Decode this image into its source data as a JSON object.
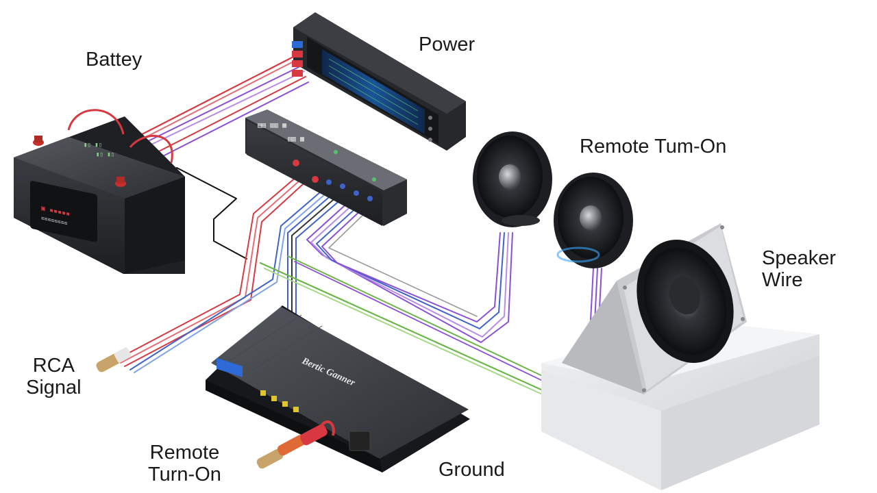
{
  "labels": {
    "battery": "Battey",
    "power": "Power",
    "remote_turn_on_top": "Remote Tum-On",
    "speaker_wire": [
      "Speaker",
      "Wire"
    ],
    "rca_signal": [
      "RCA",
      "Signal"
    ],
    "remote_turn_on_bottom": [
      "Remote",
      "Turn-On"
    ],
    "ground": "Ground"
  },
  "device_markings": {
    "amplifier_brand": "Bertic Ganner"
  },
  "colors": {
    "power_wire": "#d8383f",
    "signal_wire": "#3d62c9",
    "speaker_wire": "#8a4fd6",
    "ground_wire": "#6bb54a",
    "device_body": "#2b2d31",
    "enclosure": "#dfe0e2",
    "accent_glow": "#3aa7ff"
  },
  "icons": [
    "battery-icon",
    "power-amplifier-icon",
    "distribution-block-icon",
    "tweeter-speaker-icon",
    "subwoofer-box-icon",
    "amplifier-icon",
    "rca-plug-icon"
  ]
}
